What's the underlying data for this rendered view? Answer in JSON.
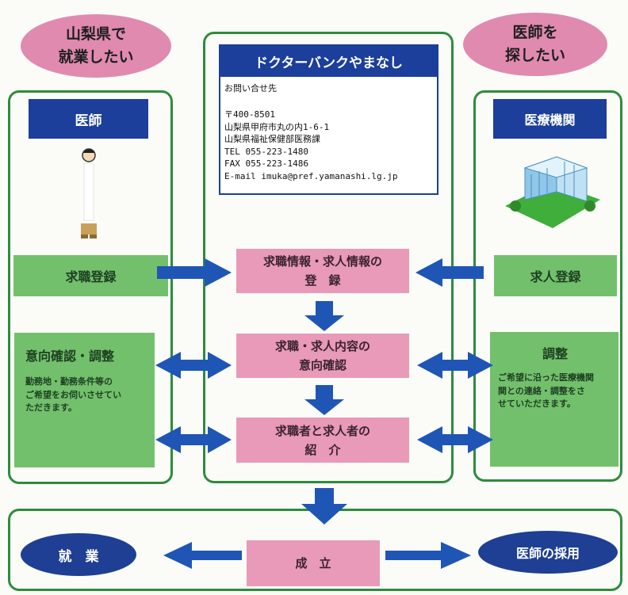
{
  "ovals": {
    "left": "山梨県で\n就業したい",
    "right": "医師を\n探したい"
  },
  "left_panel": {
    "header": "医師",
    "step1": "求職登録",
    "step2_title": "意向確認・調整",
    "step2_desc": "勤務地・勤務条件等の\nご希望をお伺いさせてい\nただきます。"
  },
  "right_panel": {
    "header": "医療機関",
    "step1": "求人登録",
    "step2_title": "調整",
    "step2_desc": "ご希望に沿った医療機関\n関との連絡・調整をさ\nせていただきます。"
  },
  "center_panel": {
    "title": "ドクターバンクやまなし",
    "contact_heading": "お問い合せ先",
    "contact_lines": [
      "〒400-8501",
      "山梨県甲府市丸の内1-6-1",
      "山梨県福祉保健部医務課",
      "TEL  055-223-1480",
      "FAX  055-223-1486",
      "E-mail  imuka@pref.yamanashi.lg.jp"
    ],
    "step1": "求職情報・求人情報の\n登　録",
    "step2": "求職・求人内容の\n意向確認",
    "step3": "求職者と求人者の\n紹　介"
  },
  "bottom": {
    "left_result": "就　業",
    "center": "成　立",
    "right_result": "医師の採用"
  },
  "colors": {
    "frame_green": "#2e8b3d",
    "navy": "#1b3f9a",
    "arrow_blue": "#1f56b5",
    "pink_oval": "#e08ab0",
    "pink_box": "#e89ab8",
    "green_box": "#73c06c"
  }
}
